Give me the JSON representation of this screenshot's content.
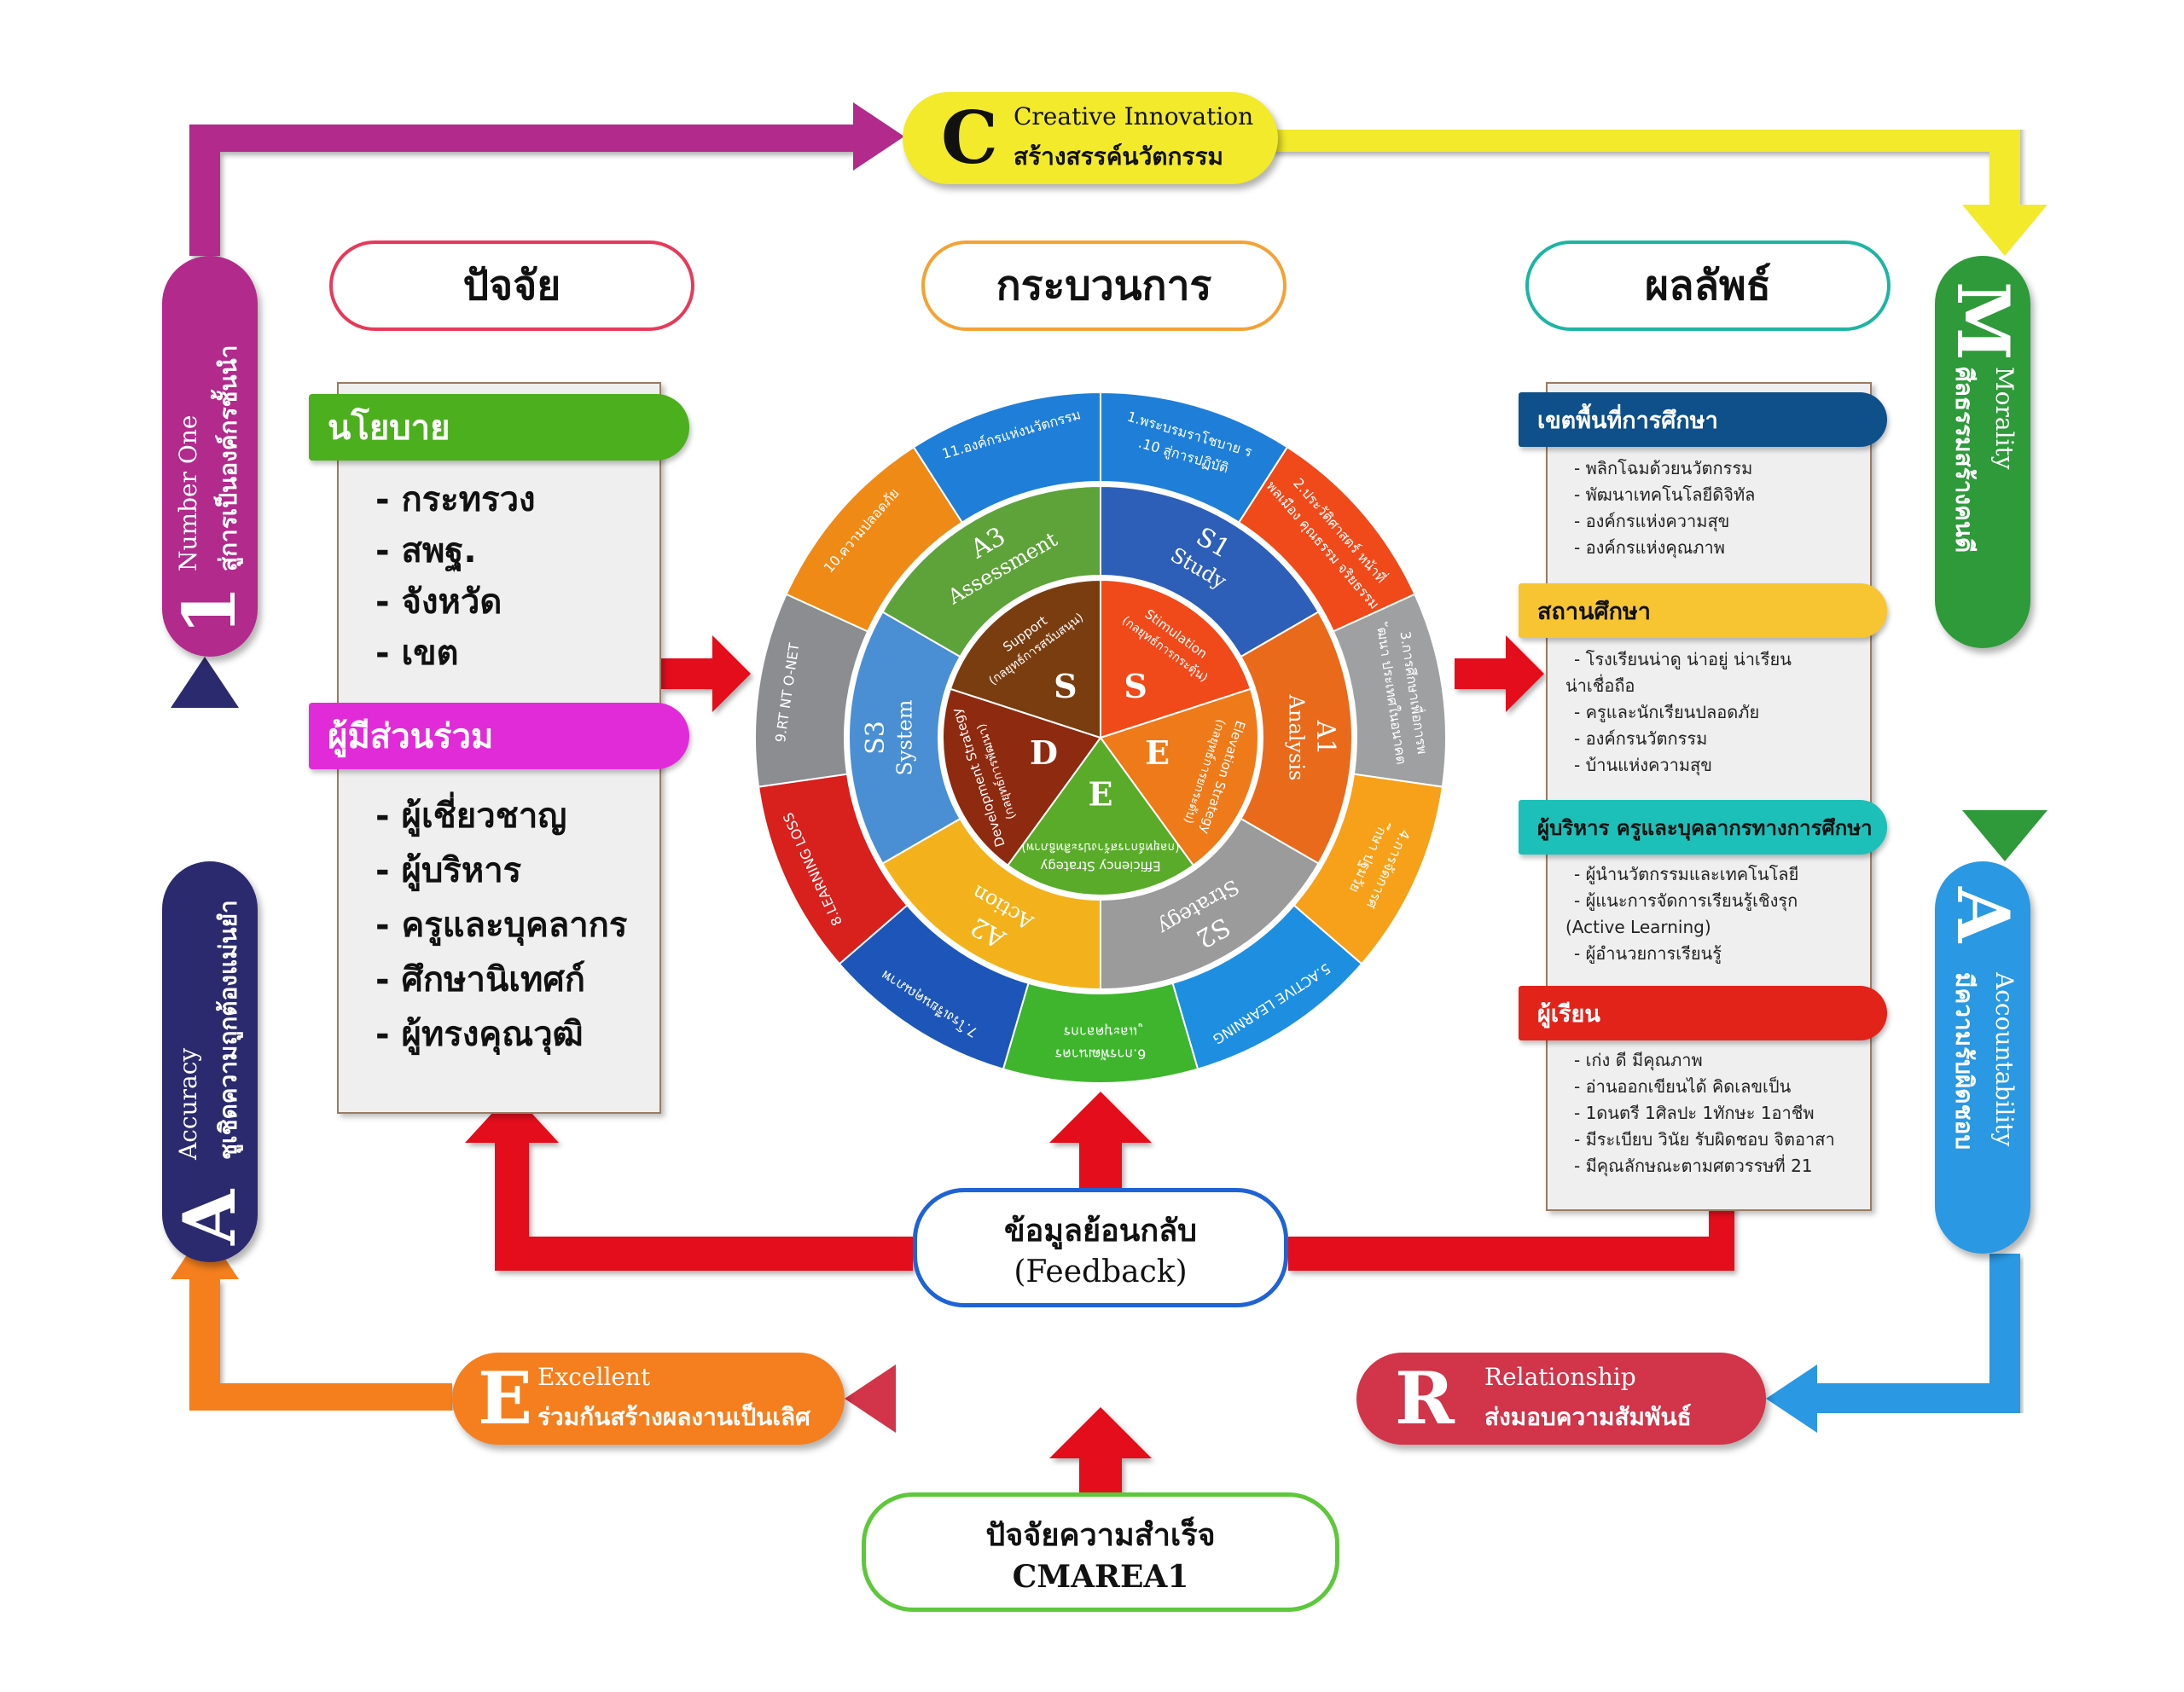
{
  "cycle": {
    "C": {
      "letter": "C",
      "en": "Creative Innovation",
      "th": "สร้างสรรค์นวัตกรรม",
      "color": "#f2ea2a"
    },
    "M": {
      "letter": "M",
      "en": "Morality",
      "th": "ศีลธรรมสร้างคนดี",
      "color": "#2e9a3a"
    },
    "A2": {
      "letter": "A",
      "en": "Accountability",
      "th": "มีความรับผิดชอบ",
      "color": "#2a98e2"
    },
    "R": {
      "letter": "R",
      "en": "Relationship",
      "th": "ส่งมอบความสัมพันธ์",
      "color": "#d2344a"
    },
    "E": {
      "letter": "E",
      "en": "Excellent",
      "th": "ร่วมกันสร้างผลงานเป็นเลิศ",
      "color": "#f57f1e"
    },
    "A1": {
      "letter": "A",
      "en": "Accuracy",
      "th": "ชูเชิดความถูกต้องแม่นยำ",
      "color": "#2c2a6e"
    },
    "one": {
      "letter": "1",
      "en": "Number One",
      "th": "สู่การเป็นองค์กรชั้นนำ",
      "color": "#b12a8c"
    }
  },
  "headers": {
    "factors": "ปัจจัย",
    "process": "กระบวนการ",
    "results": "ผลลัพธ์"
  },
  "left_panel": {
    "policy_title": "นโยบาย",
    "policy_items": [
      "- กระทรวง",
      "- สพฐ.",
      "- จังหวัด",
      "- เขต"
    ],
    "stakeholders_title": "ผู้มีส่วนร่วม",
    "stakeholder_items": [
      "- ผู้เชี่ยวชาญ",
      "- ผู้บริหาร",
      "- ครูและบุคลากร",
      "- ศึกษานิเทศก์",
      "- ผู้ทรงคุณวุฒิ"
    ]
  },
  "right_panel": {
    "sections": [
      {
        "title": "เขตพื้นที่การศึกษา",
        "color": "#0f4f8a",
        "items": [
          "- พลิกโฉมด้วยนวัตกรรม",
          "- พัฒนาเทคโนโลยีดิจิทัล",
          "- องค์กรแห่งความสุข",
          "- องค์กรแห่งคุณภาพ"
        ]
      },
      {
        "title": "สถานศึกษา",
        "color": "#f6c531",
        "items": [
          "- โรงเรียนน่าดู น่าอยู่ น่าเรียน",
          "น่าเชื่อถือ",
          "- ครูและนักเรียนปลอดภัย",
          "- องค์กรนวัตกรรม",
          "- บ้านแห่งความสุข"
        ]
      },
      {
        "title": "ผู้บริหาร ครูและบุคลากรทางการศึกษา",
        "color": "#1cc0b8",
        "items": [
          "- ผู้นำนวัตกรรมและเทคโนโลยี",
          "- ผู้แนะการจัดการเรียนรู้เชิงรุก",
          "(Active Learning)",
          "- ผู้อำนวยการเรียนรู้"
        ]
      },
      {
        "title": "ผู้เรียน",
        "color": "#e2231a",
        "items": [
          "- เก่ง ดี มีคุณภาพ",
          "- อ่านออกเขียนได้ คิดเลขเป็น",
          "- 1ดนตรี 1ศิลปะ 1ทักษะ 1อาชีพ",
          "- มีระเบียบ วินัย รับผิดชอบ จิตอาสา",
          "- มีคุณลักษณะตามศตวรรษที่ 21"
        ]
      }
    ]
  },
  "wheel": {
    "outer": [
      {
        "label": "1.พระบรมราโชบาย ร.10 สู่การปฏิบัติ",
        "color": "#1f7fd8"
      },
      {
        "label": "2.ประวัติศาสตร์ หน้าที่ พลเมือง คุณธรรม จริยธรรม",
        "color": "#f04a1a"
      },
      {
        "label": "3.การศึกษาเพื่อการพัฒนา ประเทศในอนาคต",
        "color": "#9ea0a2"
      },
      {
        "label": "4.การจัดการศึกษา ปฐมวัย",
        "color": "#f7a11a"
      },
      {
        "label": "5.ACTIVE LEARNING",
        "color": "#1e8fe0"
      },
      {
        "label": "6.การพัฒนาครูและบุคลากร",
        "color": "#3fb52e"
      },
      {
        "label": "7.โรงเรียนคุณภาพ",
        "color": "#1d56b8"
      },
      {
        "label": "8.LEARNING LOSS",
        "color": "#d8201d"
      },
      {
        "label": "9.RT NT O-NET",
        "color": "#8b8d90"
      },
      {
        "label": "10.ความปลอดภัย",
        "color": "#f08a16"
      },
      {
        "label": "11.องค์กรแห่งนวัตกรรม",
        "color": "#1f7fd8"
      }
    ],
    "middle": [
      {
        "code": "S1",
        "name": "Study",
        "color": "#2e5fb8"
      },
      {
        "code": "A1",
        "name": "Analysis",
        "color": "#ea6a1c"
      },
      {
        "code": "S2",
        "name": "Strategy",
        "color": "#9b9b9b"
      },
      {
        "code": "A2",
        "name": "Action",
        "color": "#f3b21c"
      },
      {
        "code": "S3",
        "name": "System",
        "color": "#4a8fd4"
      },
      {
        "code": "A3",
        "name": "Assessment",
        "color": "#5ea33a"
      }
    ],
    "inner": [
      {
        "letter": "S",
        "en": "Stimulation",
        "th": "(กลยุทธ์การกระตุ้น)",
        "color": "#f04a1a"
      },
      {
        "letter": "E",
        "en": "Elevation Strategy",
        "th": "(กลยุทธ์การยกระดับ)",
        "color": "#ee7a1a"
      },
      {
        "letter": "E",
        "en": "Efficiency Strategy",
        "th": "(กลยุทธ์การสร้างประสิทธิภาพ)",
        "color": "#5aab2a"
      },
      {
        "letter": "D",
        "en": "Development Strategy",
        "th": "(กลยุทธ์การพัฒนา)",
        "color": "#8e2a10"
      },
      {
        "letter": "S",
        "en": "Support",
        "th": "(กลยุทธ์การสนับสนุน)",
        "color": "#7a3d10"
      }
    ]
  },
  "feedback": {
    "line1": "ข้อมูลย้อนกลับ",
    "line2": "(Feedback)"
  },
  "success": {
    "line1": "ปัจจัยความสำเร็จ",
    "line2": "CMAREA1"
  }
}
